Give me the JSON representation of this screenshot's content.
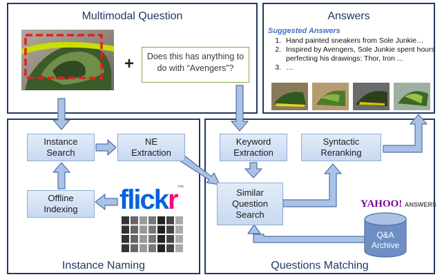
{
  "panels": {
    "question_title": "Multimodal Question",
    "answers_title": "Answers",
    "naming_title": "Instance Naming",
    "matching_title": "Questions Matching"
  },
  "question_text": "Does this has anything to do with “Avengers”?",
  "plus_sign": "+",
  "answers": {
    "heading": "Suggested Answers",
    "items": [
      "Hand painted sneakers from Sole Junkie…",
      "Inspired by Avengers, Sole Junkie spent hours perfecting his drawings: Thor, Iron ...",
      "…"
    ]
  },
  "boxes": {
    "instance_search": "Instance\nSearch",
    "ne_extraction": "NE\nExtraction",
    "offline_indexing": "Offline\nIndexing",
    "keyword_extraction": "Keyword\nExtraction",
    "syntactic_reranking": "Syntactic\nReranking",
    "similar_question_search": "Similar\nQuestion\nSearch",
    "qa_archive": "Q&A\nArchive"
  },
  "logos": {
    "flickr_flic": "flick",
    "flickr_r": "r",
    "flickr_tm": "™",
    "yahoo": "YAHOO!",
    "yahoo_answers": "ANSWERS"
  },
  "colors": {
    "panel_border": "#1f3864",
    "box_fill": "#c7d9f1",
    "arrow_fill": "#a9c2e6",
    "arrow_stroke": "#4f6fa8",
    "dashed_red": "#e02020",
    "question_border": "#8aa547",
    "flickr_blue": "#0063dc",
    "flickr_pink": "#ff0084",
    "yahoo_purple": "#7b0099"
  }
}
